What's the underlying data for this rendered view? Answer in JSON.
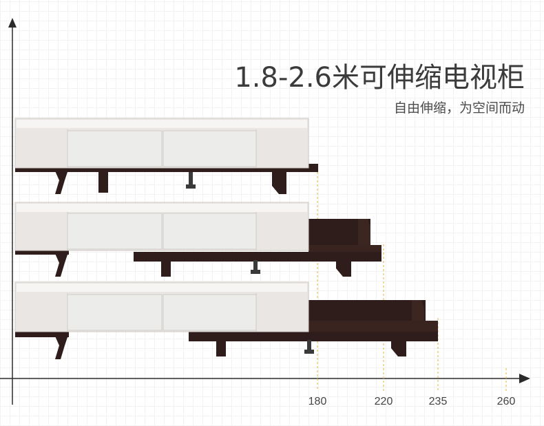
{
  "title": "1.8-2.6米可伸缩电视柜",
  "subtitle": "自由伸缩，为空间而动",
  "axis": {
    "ticks": [
      "180",
      "220",
      "235",
      "260"
    ]
  },
  "colors": {
    "cabinet_white": "#e9e6e3",
    "drawer_face": "#ececea",
    "dark_wood": "#2e1d1a",
    "guide_line": "#e6c35a",
    "axis": "#2b2b2b"
  }
}
